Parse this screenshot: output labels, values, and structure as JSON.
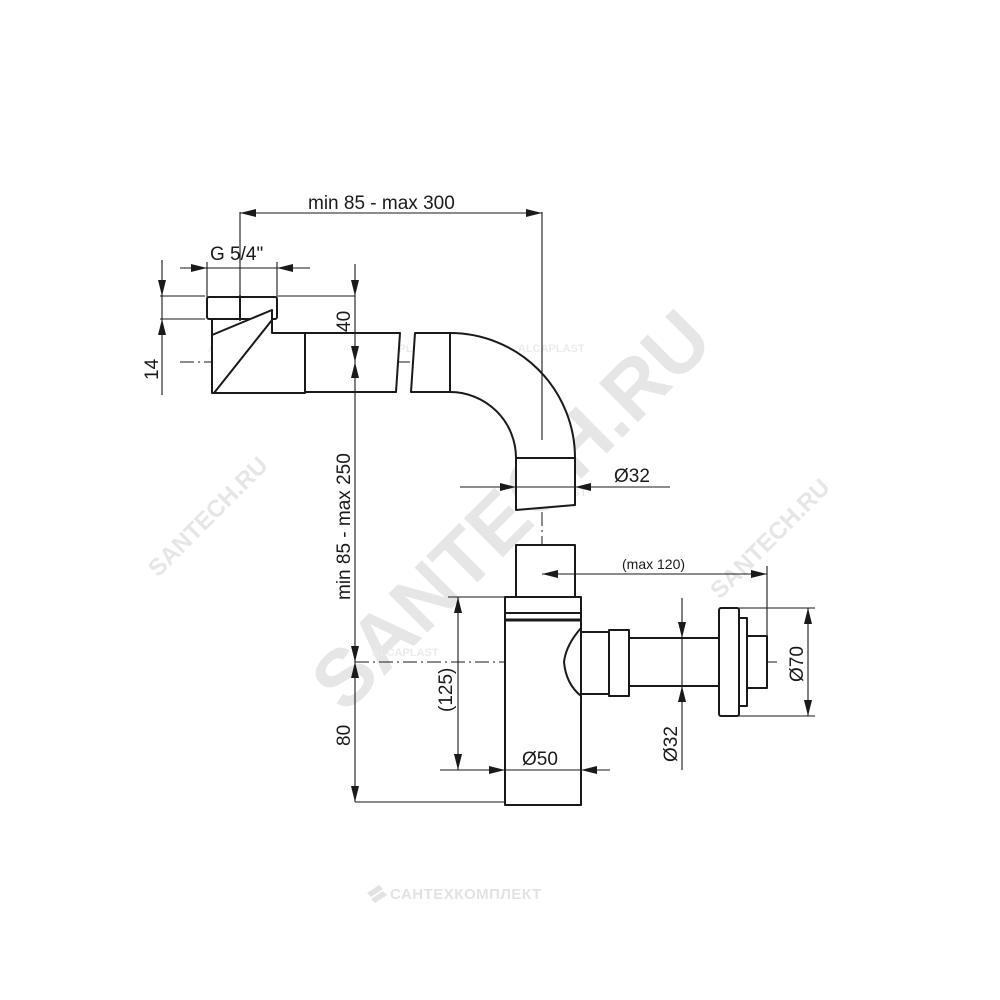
{
  "dimensions": {
    "width_range": "min 85 - max 300",
    "thread": "G 5/4\"",
    "h40": "40",
    "h14": "14",
    "height_range": "min 85 - max 250",
    "h80": "80",
    "h125": "(125)",
    "d32_pipe": "Ø32",
    "d32_outlet": "Ø32",
    "d50": "Ø50",
    "d70": "Ø70",
    "max120": "(max 120)"
  },
  "watermarks": {
    "main": "SANTECH.RU",
    "left": "SANTECH.RU",
    "right": "SANTECH.RU",
    "brand": "ALCAPLAST",
    "bottom": "САНТЕХКОМПЛЕКТ"
  }
}
